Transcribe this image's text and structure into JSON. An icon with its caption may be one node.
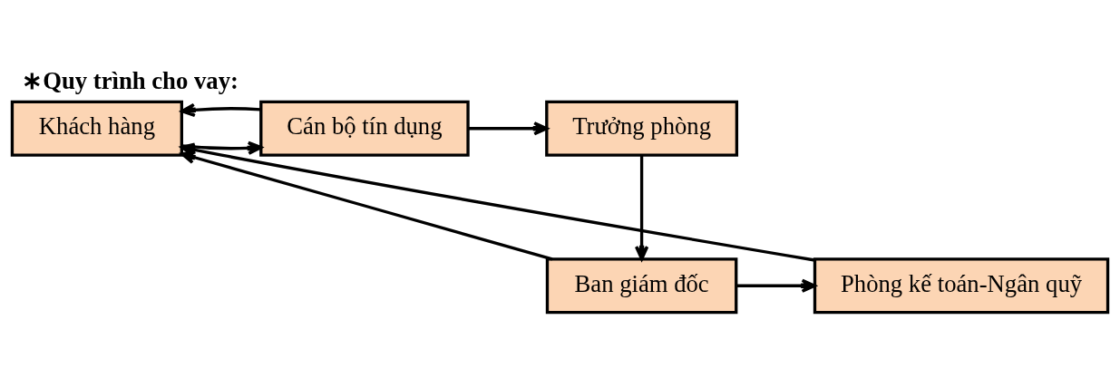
{
  "diagram": {
    "title": "∗Quy trình cho vay:",
    "nodes": [
      {
        "text": [
          "Khách hàng"
        ]
      },
      {
        "text": [
          "Cán bộ tín dụng"
        ]
      },
      {
        "text": [
          "Trưởng phòng"
        ]
      },
      {
        "text": [
          "Ban giám đốc"
        ]
      },
      {
        "text": [
          "Phòng kế toán-Ngân quỹ"
        ]
      }
    ],
    "edges": [
      {
        "from": 0,
        "to": 1,
        "arrow": "to"
      },
      {
        "from": 1,
        "to": 0,
        "arrow": "to"
      },
      {
        "from": 1,
        "to": 2,
        "arrow": "to"
      },
      {
        "from": 2,
        "to": 3,
        "arrow": "to"
      },
      {
        "from": 3,
        "to": 0,
        "arrow": "to"
      },
      {
        "from": 3,
        "to": 4,
        "arrow": "to"
      },
      {
        "from": 4,
        "to": 0,
        "arrow": "to"
      }
    ]
  }
}
